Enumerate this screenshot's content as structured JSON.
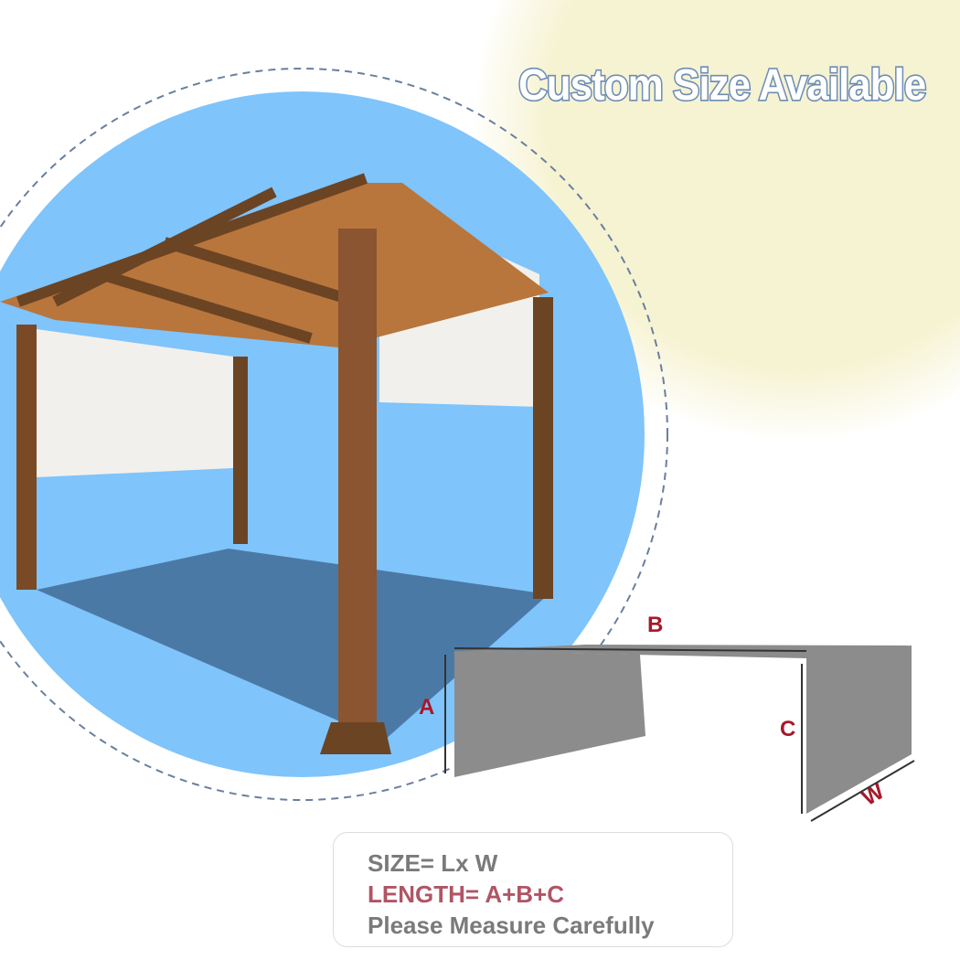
{
  "headline": "Custom Size Available",
  "diagram": {
    "labels": {
      "a": "A",
      "b": "B",
      "c": "C",
      "w": "W"
    }
  },
  "info": {
    "size_formula": "SIZE= Lx W",
    "length_formula": "LENGTH= A+B+C",
    "note": "Please Measure Carefully"
  },
  "colors": {
    "sky": "#7fc4fb",
    "accent_red": "#a8182a",
    "headline_outline": "#6d8db5",
    "shade_gray": "#8c8c8c"
  }
}
